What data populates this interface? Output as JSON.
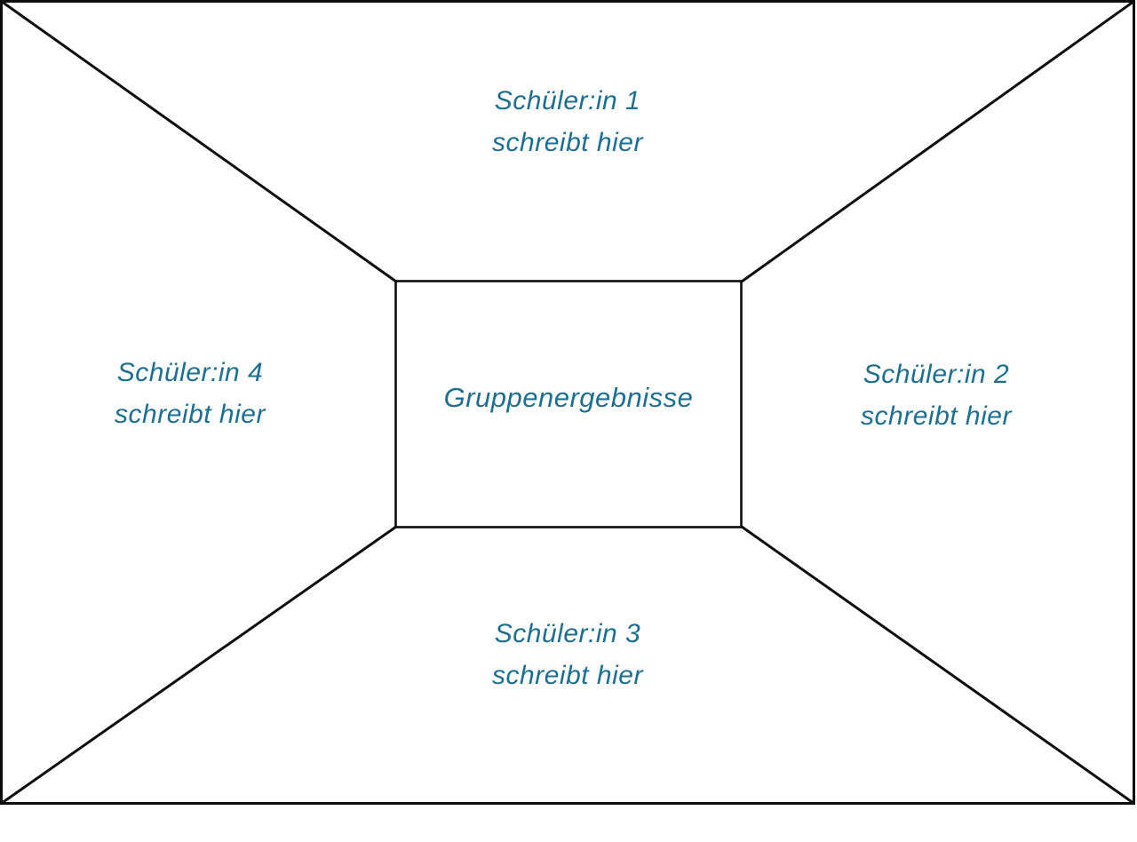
{
  "page": {
    "background": "#ffffff"
  },
  "diagram": {
    "type": "placemat-template",
    "line_color": "#0d0d0d",
    "text_color": "#1d6f91",
    "center": {
      "label": "Gruppenergebnisse"
    },
    "areas": [
      {
        "position": "top",
        "line1": "Schüler:in 1",
        "line2": "schreibt hier"
      },
      {
        "position": "right",
        "line1": "Schüler:in 2",
        "line2": "schreibt hier"
      },
      {
        "position": "bottom",
        "line1": "Schüler:in 3",
        "line2": "schreibt hier"
      },
      {
        "position": "left",
        "line1": "Schüler:in 4",
        "line2": "schreibt hier"
      }
    ]
  }
}
